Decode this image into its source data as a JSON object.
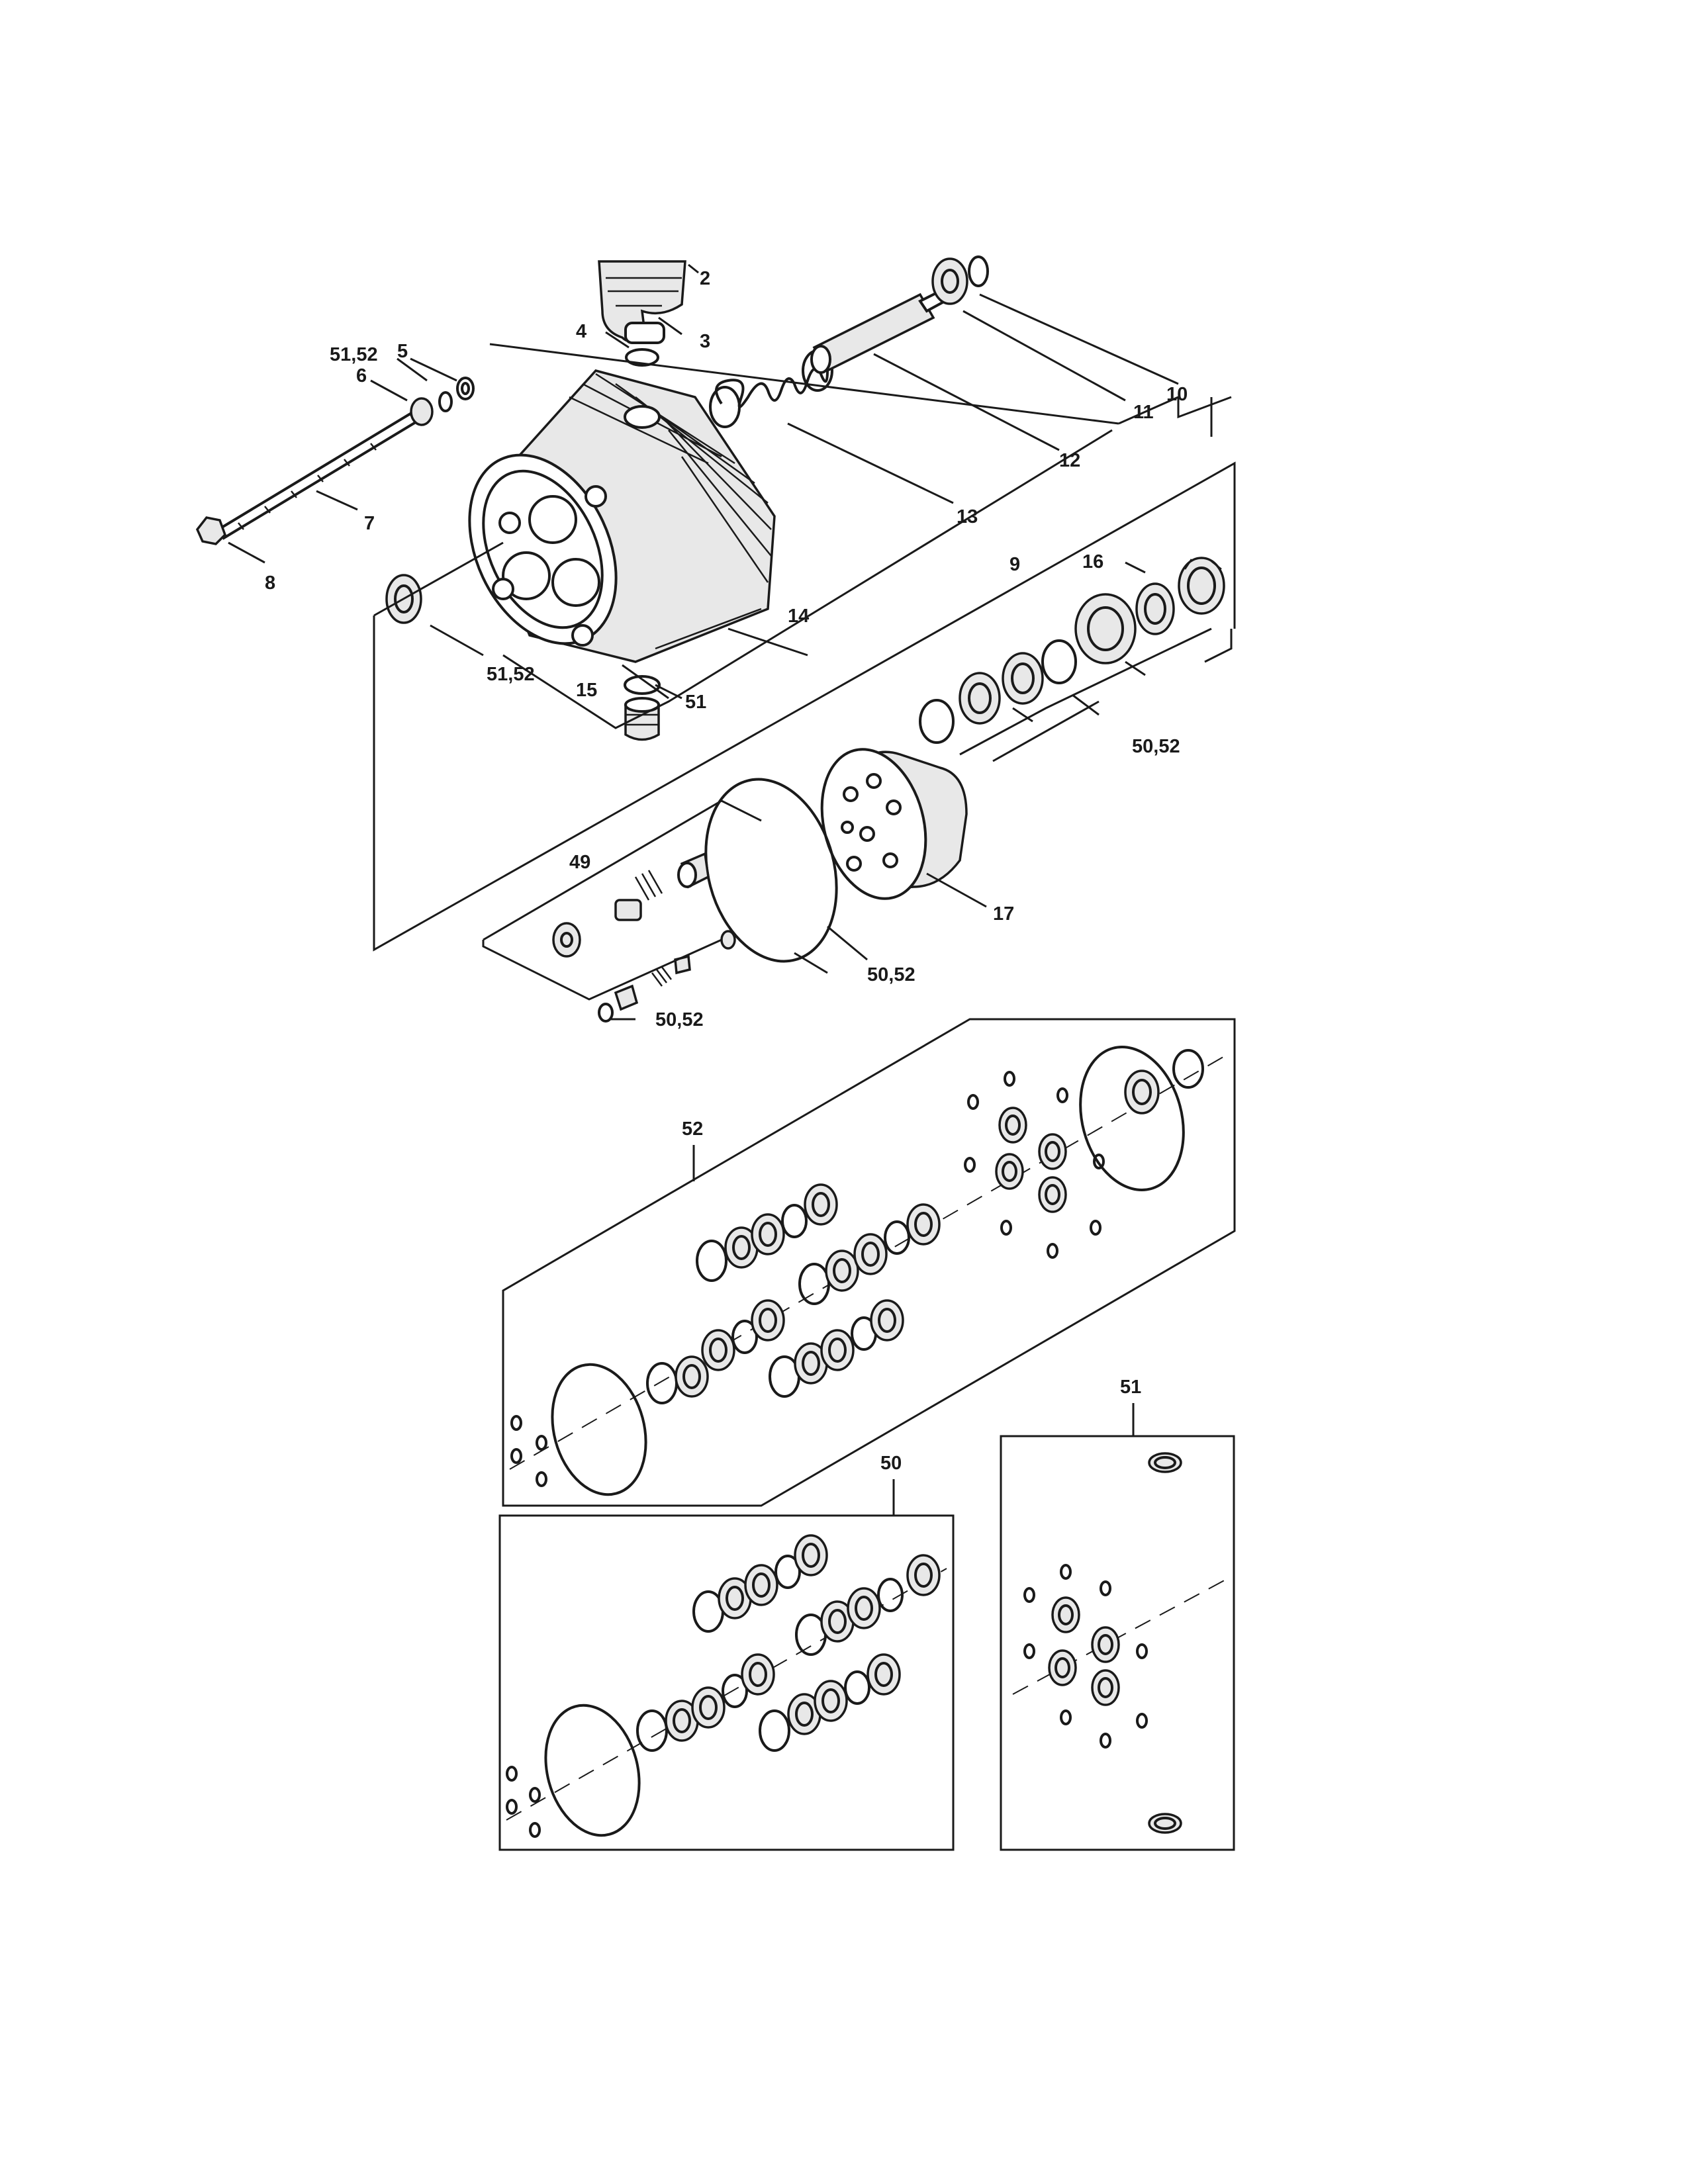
{
  "diagram": {
    "callouts": {
      "p2": "2",
      "p3": "3",
      "p4": "4",
      "p5": "5",
      "p6": "6",
      "p7": "7",
      "p8": "8",
      "p9": "9",
      "p10": "10",
      "p11": "11",
      "p12": "12",
      "p13": "13",
      "p14": "14",
      "p15": "15",
      "p16": "16",
      "p17": "17",
      "p49": "49",
      "p51": "51",
      "p51_52_top": "51,52",
      "p51_52_mid": "51,52",
      "p50_52_a": "50,52",
      "p50_52_b": "50,52",
      "p50_52_c": "50,52"
    },
    "kits": {
      "kit52": "52",
      "kit51": "51",
      "kit50": "50"
    }
  }
}
